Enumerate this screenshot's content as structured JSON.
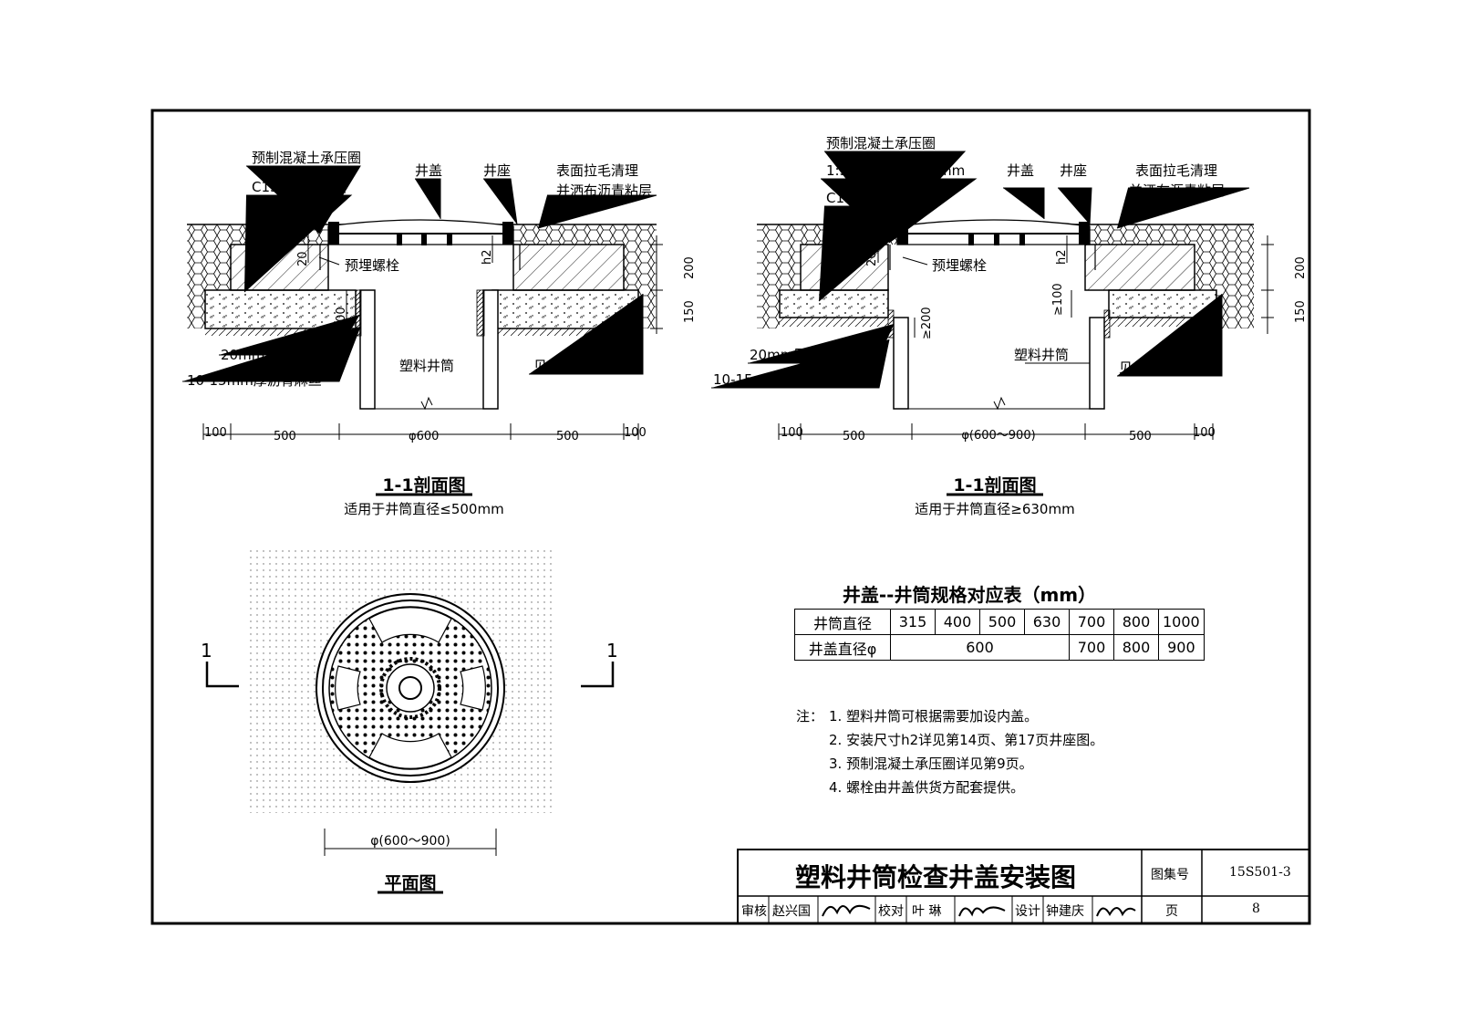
{
  "left_section": {
    "labels": {
      "precast_ring": "预制混凝土承压圈",
      "c15_layer": "C15混凝土垫层",
      "cover": "井盖",
      "seat": "井座",
      "surface_treat_1": "表面拉毛清理",
      "surface_treat_2": "并洒布沥青粘层",
      "embedded_bolt": "预埋螺栓",
      "plastic_guard": "20mm厚塑料挡圈",
      "asphalt_hemp": "10-15mm厚沥青麻丝",
      "plastic_shaft": "塑料井筒",
      "see_design": "见具体工程设计"
    },
    "dims": {
      "d20": "20",
      "h2": "h2",
      "d200_right": "200",
      "d150": "150",
      "d200_left": "≥200",
      "bottom": [
        "100",
        "500",
        "φ600",
        "500",
        "100"
      ]
    },
    "title": "1-1剖面图",
    "subtitle": "适用于井筒直径≤500mm"
  },
  "right_section": {
    "labels": {
      "precast_ring": "预制混凝土承压圈",
      "mortar": "1:3水泥砂浆,厚20mm",
      "c15_layer": "C15混凝土垫层",
      "cover": "井盖",
      "seat": "井座",
      "surface_treat_1": "表面拉毛清理",
      "surface_treat_2": "并洒布沥青粘层",
      "embedded_bolt": "预埋螺栓",
      "plastic_guard": "20mm厚塑料挡圈",
      "asphalt_hemp": "10-15mm厚沥青麻丝",
      "plastic_shaft": "塑料井筒",
      "see_design": "见具体工程设计"
    },
    "dims": {
      "d20": "20",
      "h2": "h2",
      "d200_right": "200",
      "d150": "150",
      "d200_left": "≥200",
      "d100": "≥100",
      "bottom": [
        "100",
        "500",
        "φ(600～900)",
        "500",
        "100"
      ]
    },
    "title": "1-1剖面图",
    "subtitle": "适用于井筒直径≥630mm"
  },
  "plan": {
    "title": "平面图",
    "dim": "φ(600～900)",
    "section_mark": "1"
  },
  "spec_table": {
    "title": "井盖--井筒规格对应表（mm）",
    "row1_label": "井筒直径",
    "row1": [
      "315",
      "400",
      "500",
      "630",
      "700",
      "800",
      "1000"
    ],
    "row2_label": "井盖直径φ",
    "row2_merged": "600",
    "row2": [
      "700",
      "800",
      "900"
    ]
  },
  "notes": {
    "prefix": "注：",
    "items": [
      "1. 塑料井筒可根据需要加设内盖。",
      "2. 安装尺寸h2详见第14页、第17页井座图。",
      "3. 预制混凝土承压圈详见第9页。",
      "4. 螺栓由井盖供货方配套提供。"
    ]
  },
  "title_block": {
    "drawing_title": "塑料井筒检查井盖安装图",
    "atlas_label": "图集号",
    "atlas_no": "15S501-3",
    "review_label": "审核",
    "reviewer": "赵兴国",
    "check_label": "校对",
    "checker": "叶 琳",
    "design_label": "设计",
    "designer": "钟建庆",
    "page_label": "页",
    "page_no": "8"
  }
}
